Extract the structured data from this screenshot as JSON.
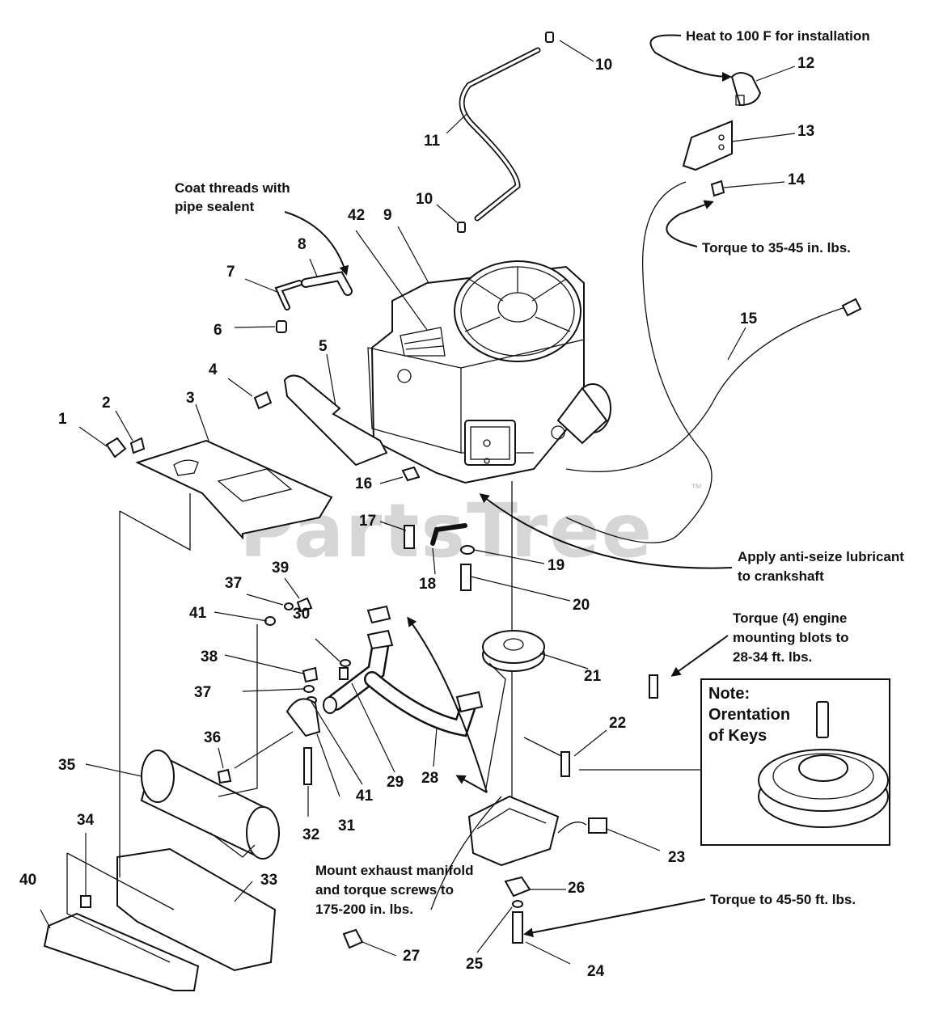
{
  "watermark": "PartsTree",
  "trademark": "™",
  "callouts": {
    "heat": "Heat to 100  F for installation",
    "coat_line1": "Coat threads with",
    "coat_line2": "pipe sealent",
    "torque_14": "Torque to 35-45 in. lbs.",
    "antiseize_line1": "Apply anti-seize lubricant",
    "antiseize_line2": "to crankshaft",
    "engine_bolts_line1": "Torque (4) engine",
    "engine_bolts_line2": "mounting blots to",
    "engine_bolts_line3": "28-34 ft. lbs.",
    "manifold_line1": "Mount exhaust manifold",
    "manifold_line2": "and torque screws  to",
    "manifold_line3": "175-200 in. lbs.",
    "torque_24": "Torque to 45-50 ft. lbs."
  },
  "note_box": {
    "line1": "Note:",
    "line2": "Orentation",
    "line3": "of Keys"
  },
  "parts": [
    {
      "id": "1",
      "label": "1"
    },
    {
      "id": "2",
      "label": "2"
    },
    {
      "id": "3",
      "label": "3"
    },
    {
      "id": "4",
      "label": "4"
    },
    {
      "id": "5",
      "label": "5"
    },
    {
      "id": "6",
      "label": "6"
    },
    {
      "id": "7",
      "label": "7"
    },
    {
      "id": "8",
      "label": "8"
    },
    {
      "id": "9",
      "label": "9"
    },
    {
      "id": "10a",
      "label": "10"
    },
    {
      "id": "10b",
      "label": "10"
    },
    {
      "id": "11",
      "label": "11"
    },
    {
      "id": "12",
      "label": "12"
    },
    {
      "id": "13",
      "label": "13"
    },
    {
      "id": "14",
      "label": "14"
    },
    {
      "id": "15",
      "label": "15"
    },
    {
      "id": "16",
      "label": "16"
    },
    {
      "id": "17",
      "label": "17"
    },
    {
      "id": "18",
      "label": "18"
    },
    {
      "id": "19",
      "label": "19"
    },
    {
      "id": "20",
      "label": "20"
    },
    {
      "id": "21",
      "label": "21"
    },
    {
      "id": "22",
      "label": "22"
    },
    {
      "id": "23",
      "label": "23"
    },
    {
      "id": "24",
      "label": "24"
    },
    {
      "id": "25",
      "label": "25"
    },
    {
      "id": "26",
      "label": "26"
    },
    {
      "id": "27",
      "label": "27"
    },
    {
      "id": "28",
      "label": "28"
    },
    {
      "id": "29",
      "label": "29"
    },
    {
      "id": "30",
      "label": "30"
    },
    {
      "id": "31",
      "label": "31"
    },
    {
      "id": "32",
      "label": "32"
    },
    {
      "id": "33",
      "label": "33"
    },
    {
      "id": "34",
      "label": "34"
    },
    {
      "id": "35",
      "label": "35"
    },
    {
      "id": "36",
      "label": "36"
    },
    {
      "id": "37a",
      "label": "37"
    },
    {
      "id": "37b",
      "label": "37"
    },
    {
      "id": "38",
      "label": "38"
    },
    {
      "id": "39",
      "label": "39"
    },
    {
      "id": "40",
      "label": "40"
    },
    {
      "id": "41a",
      "label": "41"
    },
    {
      "id": "41b",
      "label": "41"
    },
    {
      "id": "42",
      "label": "42"
    }
  ]
}
